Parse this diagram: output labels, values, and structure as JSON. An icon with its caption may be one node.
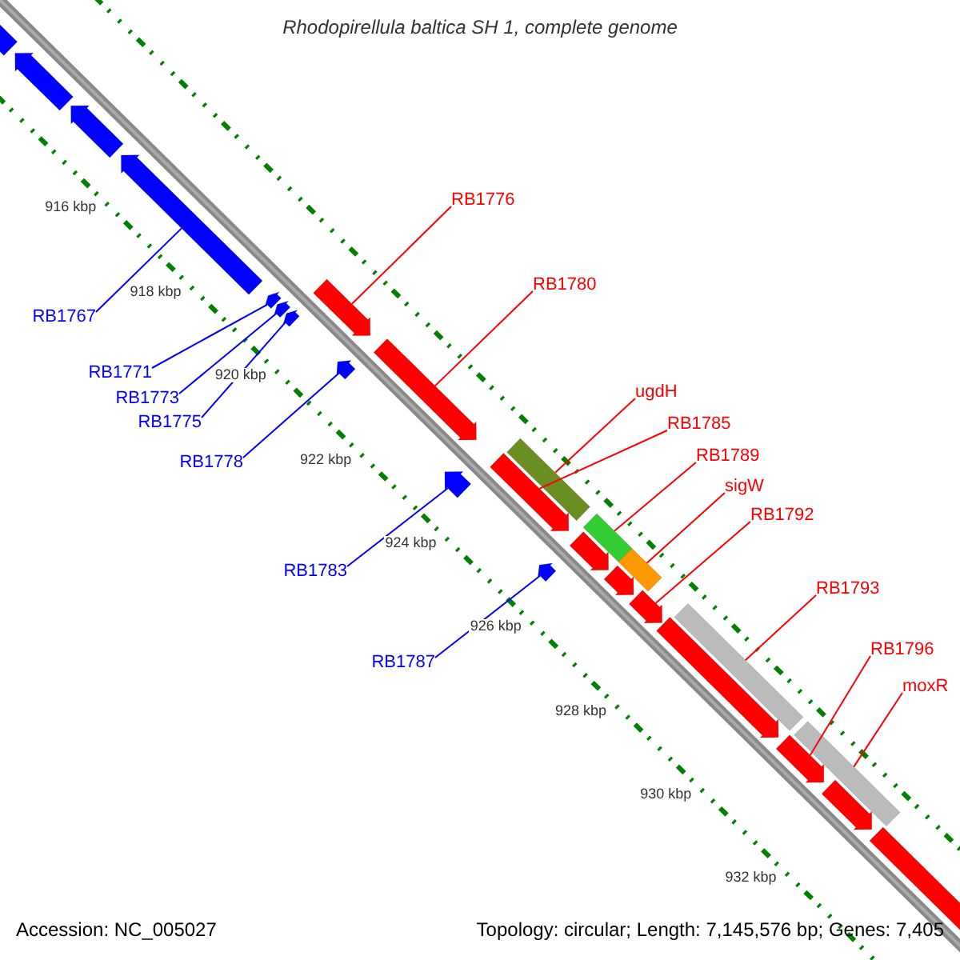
{
  "diagram": {
    "title": "Rhodopirellula baltica SH 1, complete genome",
    "nodes": [
      {
        "text": [
          "RB1776"
        ]
      },
      {
        "text": [
          "RB1780"
        ]
      },
      {
        "text": [
          "RB1767"
        ]
      },
      {
        "text": [
          "RB1771"
        ]
      },
      {
        "text": [
          "ugdH"
        ]
      },
      {
        "text": [
          "RB1773"
        ]
      },
      {
        "text": [
          "RB1775"
        ]
      },
      {
        "text": [
          "RB1785"
        ]
      },
      {
        "text": [
          "RB1789"
        ]
      },
      {
        "text": [
          "RB1778"
        ]
      },
      {
        "text": [
          "sigW"
        ]
      },
      {
        "text": [
          "RB1792"
        ]
      },
      {
        "text": [
          "RB1783"
        ]
      },
      {
        "text": [
          "RB1793"
        ]
      },
      {
        "text": [
          "RB1796"
        ]
      },
      {
        "text": [
          "RB1787"
        ]
      },
      {
        "text": [
          "moxR"
        ]
      },
      {
        "text": [],
        "shape": "arrow"
      },
      {
        "text": [],
        "shape": "arrow"
      },
      {
        "text": [],
        "shape": "arrow"
      },
      {
        "text": [],
        "shape": "arrow"
      },
      {
        "text": [],
        "shape": "arrow"
      },
      {
        "text": [],
        "shape": "arrow"
      },
      {
        "text": [],
        "shape": "arrow"
      },
      {
        "text": [],
        "shape": "arrow"
      },
      {
        "text": [],
        "shape": "arrow"
      },
      {
        "text": [],
        "shape": "arrow"
      },
      {
        "text": [],
        "shape": "arrow"
      },
      {
        "text": [],
        "shape": "arrow"
      },
      {
        "text": [],
        "shape": "arrow"
      },
      {
        "text": [],
        "shape": "arrow"
      },
      {
        "text": [],
        "shape": "arrow"
      },
      {
        "text": [],
        "shape": "arrow"
      },
      {
        "text": [],
        "shape": "arrow"
      },
      {
        "text": [],
        "shape": "arrow"
      },
      {
        "text": [],
        "shape": "arrow"
      },
      {
        "text": [],
        "shape": "arrow"
      },
      {
        "text": [],
        "shape": "arrow"
      },
      {
        "text": [],
        "shape": "arrow"
      },
      {
        "text": [],
        "shape": "arrow"
      },
      {
        "text": [],
        "shape": "arrow"
      },
      {
        "text": [],
        "shape": "arrow"
      }
    ],
    "edges": [
      {
        "from": 0,
        "to": 24,
        "arrow": "none"
      },
      {
        "from": 1,
        "to": 26,
        "arrow": "none"
      },
      {
        "from": 2,
        "to": 20,
        "arrow": "none",
        "color": "#0000ff"
      },
      {
        "from": 3,
        "to": 21,
        "arrow": "none",
        "color": "#0000ff"
      },
      {
        "from": 4,
        "to": 29,
        "arrow": "none"
      },
      {
        "from": 5,
        "to": 22,
        "arrow": "none",
        "color": "#0000ff"
      },
      {
        "from": 6,
        "to": 23,
        "arrow": "none",
        "color": "#0000ff"
      },
      {
        "from": 7,
        "to": 28,
        "arrow": "none"
      },
      {
        "from": 8,
        "to": 31,
        "arrow": "none"
      },
      {
        "from": 9,
        "to": 25,
        "arrow": "none",
        "color": "#0000ff"
      },
      {
        "from": 10,
        "to": 33,
        "arrow": "none"
      },
      {
        "from": 11,
        "to": 35,
        "arrow": "none"
      },
      {
        "from": 12,
        "to": 27,
        "arrow": "none",
        "color": "#0000ff"
      },
      {
        "from": 13,
        "to": 37,
        "arrow": "none"
      },
      {
        "from": 14,
        "to": 38,
        "arrow": "none"
      },
      {
        "from": 15,
        "to": 30,
        "arrow": "none",
        "color": "#0000ff"
      },
      {
        "from": 16,
        "to": 39,
        "arrow": "none"
      }
    ],
    "labels": [
      "916 kbp",
      "918 kbp",
      "920 kbp",
      "922 kbp",
      "924 kbp",
      "926 kbp",
      "928 kbp",
      "930 kbp",
      "932 kbp",
      "Accession: NC_005027",
      "Topology: circular; Length: 7,145,576 bp; Genes: 7,405"
    ]
  }
}
